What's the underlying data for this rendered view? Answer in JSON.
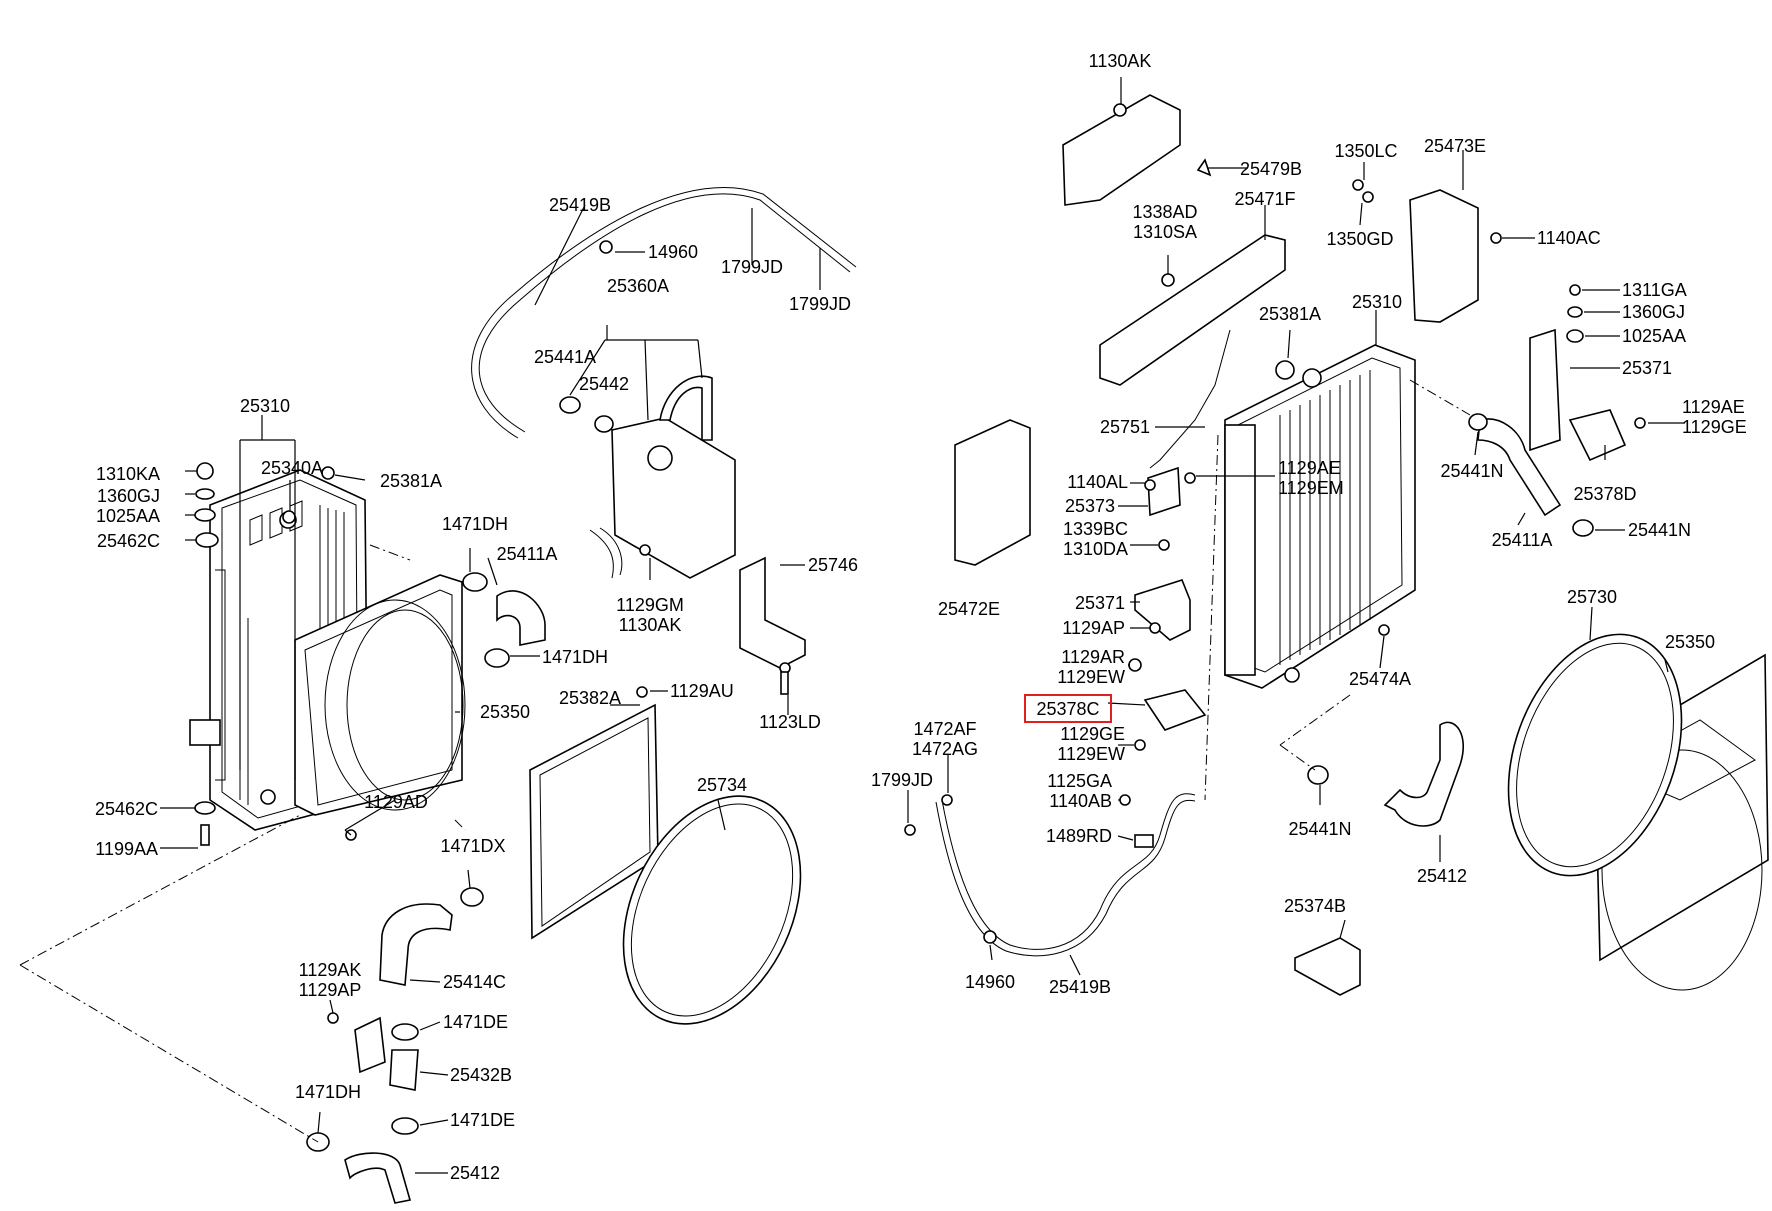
{
  "highlight_color": "#e02020",
  "labels": {
    "l1130AK_a": "1130AK",
    "l25479B": "25479B",
    "l1350LC": "1350LC",
    "l25473E": "25473E",
    "l1338AD": "1338AD",
    "l1310SA": "1310SA",
    "l25471F": "25471F",
    "l1350GD": "1350GD",
    "l1140AC": "1140AC",
    "l1311GA": "1311GA",
    "l1360GJ_r": "1360GJ",
    "l1025AA_r": "1025AA",
    "l25381A_r": "25381A",
    "l25310_r": "25310",
    "l25371_r": "25371",
    "l1129AE_r": "1129AE",
    "l1129GE_r": "1129GE",
    "l25751": "25751",
    "l25441N_r1": "25441N",
    "l1140AL": "1140AL",
    "l1129AE_m": "1129AE",
    "l1129EM": "1129EM",
    "l25378D": "25378D",
    "l25373": "25373",
    "l1339BC": "1339BC",
    "l1310DA": "1310DA",
    "l25441N_r2": "25441N",
    "l25411A_r": "25411A",
    "l25472E": "25472E",
    "l25371_m": "25371",
    "l1129AP_m": "1129AP",
    "l25730": "25730",
    "l25350_r": "25350",
    "l1129AR": "1129AR",
    "l1129EW_a": "1129EW",
    "l25474A": "25474A",
    "l25378C": "25378C",
    "l1129GE_m": "1129GE",
    "l1129EW_b": "1129EW",
    "l1472AF": "1472AF",
    "l1472AG": "1472AG",
    "l1799JD_m": "1799JD",
    "l1125GA": "1125GA",
    "l1140AB": "1140AB",
    "l1489RD": "1489RD",
    "l25441N_r3": "25441N",
    "l25412_r": "25412",
    "l25374B": "25374B",
    "l14960_m": "14960",
    "l25419B_m": "25419B",
    "l25419B_top": "25419B",
    "l14960_top": "14960",
    "l1799JD_t1": "1799JD",
    "l1799JD_t2": "1799JD",
    "l25360A": "25360A",
    "l25441A": "25441A",
    "l25442": "25442",
    "l25310_l": "25310",
    "l1310KA": "1310KA",
    "l25340A": "25340A",
    "l25381A_l": "25381A",
    "l1360GJ_l": "1360GJ",
    "l1025AA_l": "1025AA",
    "l25462C_a": "25462C",
    "l1471DH_a": "1471DH",
    "l25411A_l": "25411A",
    "l1471DH_b": "1471DH",
    "l1129GM": "1129GM",
    "l1130AK_b": "1130AK",
    "l25746": "25746",
    "l1129AU": "1129AU",
    "l25382A": "25382A",
    "l25350_l": "25350",
    "l1123LD": "1123LD",
    "l25462C_b": "25462C",
    "l1129AD": "1129AD",
    "l1199AA": "1199AA",
    "l25734": "25734",
    "l1471DX": "1471DX",
    "l25414C": "25414C",
    "l1129AK": "1129AK",
    "l1129AP_l": "1129AP",
    "l1471DE_a": "1471DE",
    "l25432B": "25432B",
    "l1471DH_c": "1471DH",
    "l1471DE_b": "1471DE",
    "l25412_l": "25412"
  }
}
